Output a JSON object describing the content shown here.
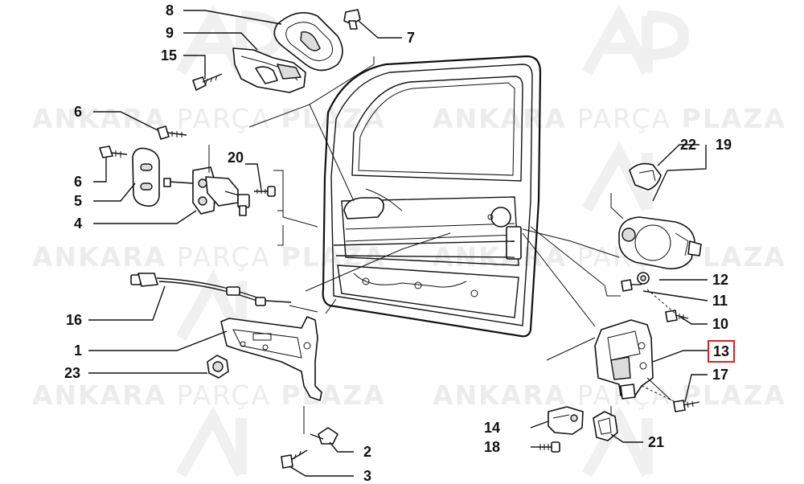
{
  "watermark": {
    "word1": "ANKARA",
    "word2": "PARÇA",
    "word3": "PLAZA",
    "color": "#ececec"
  },
  "highlight_color": "#e02020",
  "callouts": {
    "c1": "1",
    "c2": "2",
    "c3": "3",
    "c4": "4",
    "c5": "5",
    "c6a": "6",
    "c6b": "6",
    "c7": "7",
    "c8": "8",
    "c9": "9",
    "c10": "10",
    "c11": "11",
    "c12": "12",
    "c13": "13",
    "c14": "14",
    "c15": "15",
    "c16": "16",
    "c17": "17",
    "c18": "18",
    "c19": "19",
    "c20": "20",
    "c21": "21",
    "c22": "22",
    "c23": "23"
  }
}
